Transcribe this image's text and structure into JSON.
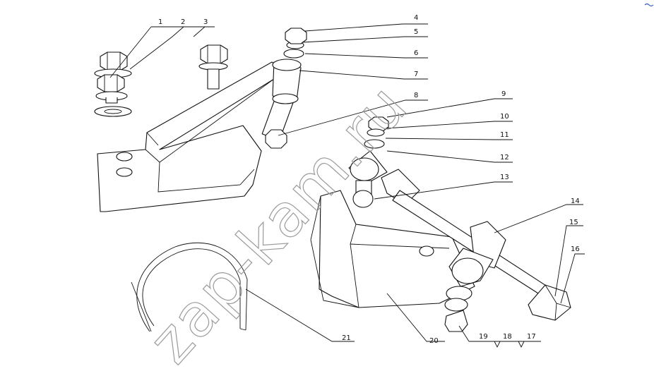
{
  "watermark": "zap-kam.ru",
  "callouts": [
    {
      "id": "c1",
      "label": "1"
    },
    {
      "id": "c2",
      "label": "2"
    },
    {
      "id": "c3",
      "label": "3"
    },
    {
      "id": "c4",
      "label": "4"
    },
    {
      "id": "c5",
      "label": "5"
    },
    {
      "id": "c6",
      "label": "6"
    },
    {
      "id": "c7",
      "label": "7"
    },
    {
      "id": "c8",
      "label": "8"
    },
    {
      "id": "c9",
      "label": "9"
    },
    {
      "id": "c10",
      "label": "10"
    },
    {
      "id": "c11",
      "label": "11"
    },
    {
      "id": "c12",
      "label": "12"
    },
    {
      "id": "c13",
      "label": "13"
    },
    {
      "id": "c14",
      "label": "14"
    },
    {
      "id": "c15",
      "label": "15"
    },
    {
      "id": "c16",
      "label": "16"
    },
    {
      "id": "c17",
      "label": "17"
    },
    {
      "id": "c18",
      "label": "18"
    },
    {
      "id": "c19",
      "label": "19"
    },
    {
      "id": "c20",
      "label": "20"
    },
    {
      "id": "c21",
      "label": "21"
    }
  ],
  "icons": {
    "corner_mark": "small-logo-mark-icon"
  },
  "colors": {
    "line": "#111111",
    "watermark": "#9a9a9a",
    "corner_mark": "#3355cc"
  }
}
